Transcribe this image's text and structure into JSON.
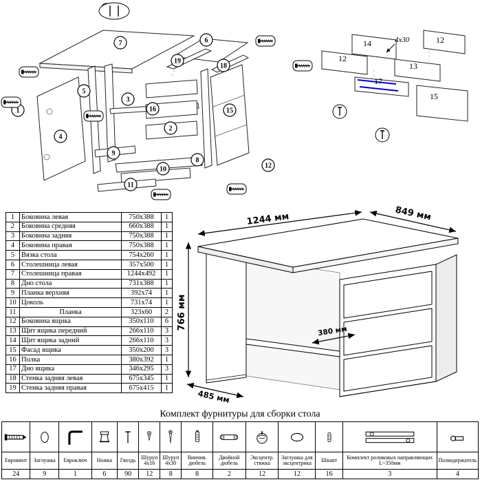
{
  "colors": {
    "line": "#000000",
    "slide_accent": "#0000cc"
  },
  "diagram_left": {
    "callouts": [
      "7",
      "6",
      "19",
      "18",
      "5",
      "3",
      "16",
      "2",
      "4",
      "9",
      "10",
      "8",
      "1",
      "15",
      "11",
      "12"
    ]
  },
  "diagram_right": {
    "labels": [
      "14",
      "12",
      "12",
      "13",
      "17",
      "15"
    ],
    "note": "4x30"
  },
  "desk": {
    "dim_width": "1244 мм",
    "dim_depth": "849 мм",
    "dim_height": "766 мм",
    "dim_left_depth": "485 мм",
    "dim_shelf": "380 мм"
  },
  "parts_table": {
    "rows": [
      {
        "num": "1",
        "name": "Боковина левая",
        "size": "750x388",
        "qty": "1"
      },
      {
        "num": "2",
        "name": "Боковина средняя",
        "size": "660x388",
        "qty": "1"
      },
      {
        "num": "3",
        "name": "Боковина задняя",
        "size": "750x388",
        "qty": "1"
      },
      {
        "num": "4",
        "name": "Боковина правая",
        "size": "750x388",
        "qty": "1"
      },
      {
        "num": "5",
        "name": "Вязка стола",
        "size": "754x260",
        "qty": "1"
      },
      {
        "num": "6",
        "name": "Столешница левая",
        "size": "357x500",
        "qty": "1"
      },
      {
        "num": "7",
        "name": "Столешница правая",
        "size": "1244x492",
        "qty": "1"
      },
      {
        "num": "8",
        "name": "Дно стола",
        "size": "731x388",
        "qty": "1"
      },
      {
        "num": "9",
        "name": "Планка верхняя",
        "size": "392x74",
        "qty": "1"
      },
      {
        "num": "10",
        "name": "Цоколь",
        "size": "731x74",
        "qty": "1"
      },
      {
        "num": "11",
        "name": "Планка",
        "size": "323x60",
        "qty": "2",
        "center": true
      },
      {
        "num": "12",
        "name": "Боковина ящика",
        "size": "350x110",
        "qty": "6"
      },
      {
        "num": "13",
        "name": "Щит ящика передний",
        "size": "266x110",
        "qty": "3"
      },
      {
        "num": "14",
        "name": "Щит ящика задний",
        "size": "266x110",
        "qty": "3"
      },
      {
        "num": "15",
        "name": "Фасад ящика",
        "size": "350x200",
        "qty": "3"
      },
      {
        "num": "16",
        "name": "Полка",
        "size": "380x392",
        "qty": "1"
      },
      {
        "num": "17",
        "name": "Дно ящика",
        "size": "346x295",
        "qty": "3"
      },
      {
        "num": "18",
        "name": "Стенка задняя левая",
        "size": "675x345",
        "qty": "1"
      },
      {
        "num": "19",
        "name": "Стенка задняя правая",
        "size": "675x415",
        "qty": "1"
      }
    ]
  },
  "hardware_title": "Комплект фурнитуры для сборки стола",
  "hardware": {
    "items": [
      {
        "name": "Евровинт",
        "qty": "24",
        "icon": "euro-screw"
      },
      {
        "name": "Заглушка",
        "qty": "9",
        "icon": "cap"
      },
      {
        "name": "Евроключ",
        "qty": "1",
        "icon": "hex-key"
      },
      {
        "name": "Ножка",
        "qty": "6",
        "icon": "leg"
      },
      {
        "name": "Гвоздь",
        "qty": "90",
        "icon": "nail"
      },
      {
        "name": "Шуруп 4x16",
        "qty": "12",
        "icon": "screw-small"
      },
      {
        "name": "Шуруп 4x30",
        "qty": "8",
        "icon": "screw-large"
      },
      {
        "name": "Винчив. дюбель",
        "qty": "8",
        "icon": "screw-dowel"
      },
      {
        "name": "Двойной дюбель",
        "qty": "2",
        "icon": "double-dowel"
      },
      {
        "name": "Эксцентр. стяжка",
        "qty": "12",
        "icon": "cam-lock"
      },
      {
        "name": "Заглушка для эксцентрика",
        "qty": "12",
        "icon": "cam-cap"
      },
      {
        "name": "Шкант",
        "qty": "16",
        "icon": "wood-dowel"
      },
      {
        "name": "Комплект роликовых направляющих L~350мм",
        "qty": "3",
        "icon": "drawer-slide"
      },
      {
        "name": "Полкодержатель",
        "qty": "4",
        "icon": "shelf-pin"
      }
    ]
  }
}
